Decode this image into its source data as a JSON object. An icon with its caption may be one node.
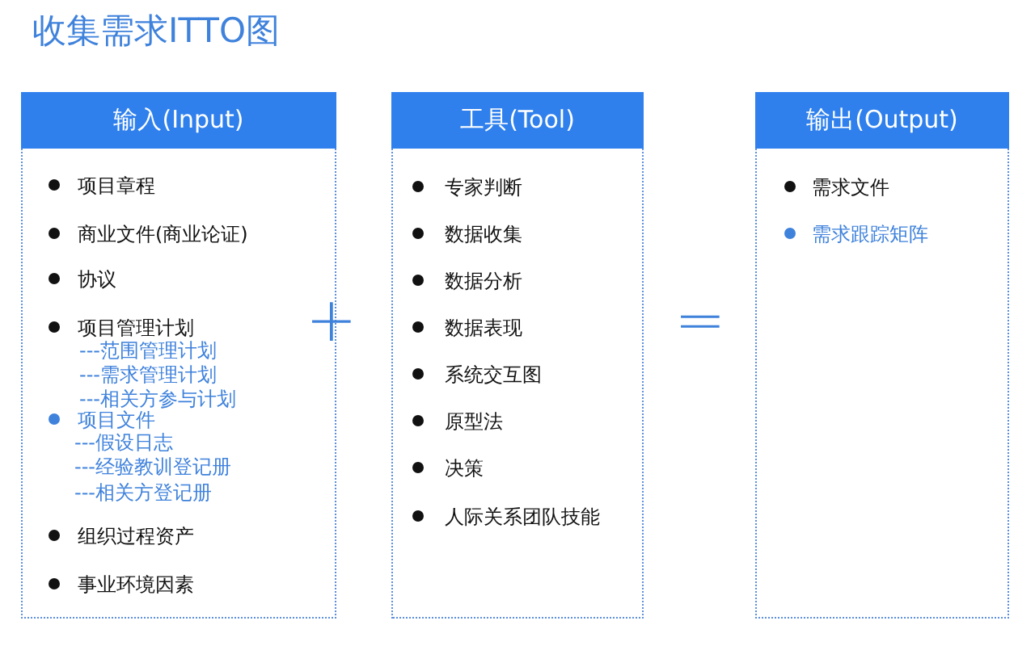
{
  "diagram": {
    "title": "收集需求ITTO图",
    "nodes": [
      {
        "text": [
          "输入(Input)",
          "项目章程",
          "商业文件(商业论证)",
          "协议",
          "项目管理计划",
          "---范围管理计划",
          "---需求管理计划",
          "---相关方参与计划",
          "项目文件",
          "---假设日志",
          "---经验教训登记册",
          "---相关方登记册",
          "组织过程资产",
          "事业环境因素"
        ]
      },
      {
        "text": [
          "工具(Tool)",
          "专家判断",
          "数据收集",
          "数据分析",
          "数据表现",
          "系统交互图",
          "原型法",
          "决策",
          "人际关系团队技能"
        ]
      },
      {
        "text": [
          "输出(Output)",
          "需求文件",
          "需求跟踪矩阵"
        ]
      }
    ],
    "labels": [
      "+",
      "="
    ]
  }
}
